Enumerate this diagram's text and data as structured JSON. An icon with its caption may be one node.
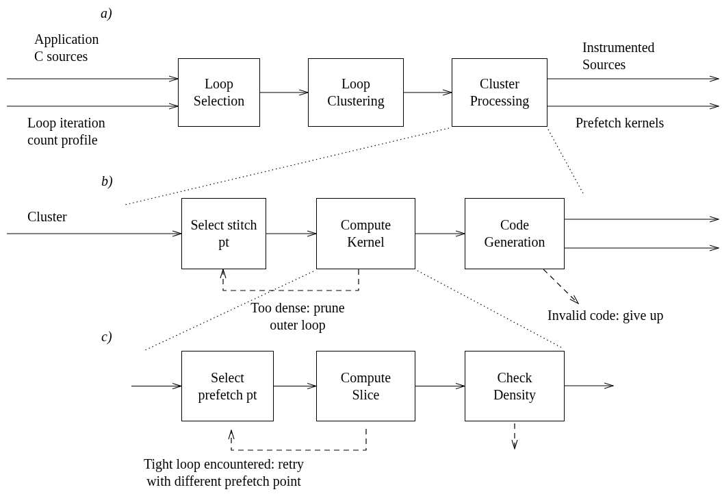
{
  "diagram": {
    "nodes": [
      {
        "text": [
          "Loop Selection"
        ]
      },
      {
        "text": [
          "Loop Clustering"
        ]
      },
      {
        "text": [
          "Cluster Processing"
        ]
      },
      {
        "text": [
          "Select stitch pt"
        ]
      },
      {
        "text": [
          "Compute Kernel"
        ]
      },
      {
        "text": [
          "Code Generation"
        ]
      },
      {
        "text": [
          "Select prefetch pt"
        ]
      },
      {
        "text": [
          "Compute Slice"
        ]
      },
      {
        "text": [
          "Check Density"
        ]
      }
    ],
    "edges": [
      {
        "from": null,
        "to": 0,
        "arrow": "to",
        "label": "Application C sources"
      },
      {
        "from": null,
        "to": 0,
        "arrow": "to",
        "label": "Loop iteration count profile"
      },
      {
        "from": 0,
        "to": 1,
        "arrow": "to"
      },
      {
        "from": 1,
        "to": 2,
        "arrow": "to"
      },
      {
        "from": 2,
        "to": null,
        "arrow": "to",
        "label": "Instrumented Sources"
      },
      {
        "from": 2,
        "to": null,
        "arrow": "to",
        "label": "Prefetch kernels"
      },
      {
        "from": null,
        "to": 3,
        "arrow": "to",
        "label": "Cluster"
      },
      {
        "from": 3,
        "to": 4,
        "arrow": "to"
      },
      {
        "from": 4,
        "to": 5,
        "arrow": "to"
      },
      {
        "from": 5,
        "to": null,
        "arrow": "to"
      },
      {
        "from": 5,
        "to": null,
        "arrow": "to"
      },
      {
        "from": 4,
        "to": 3,
        "arrow": "to",
        "style": "dashed",
        "label": "Too dense: prune outer loop"
      },
      {
        "from": 5,
        "to": null,
        "arrow": "to",
        "style": "dashed",
        "label": "Invalid code: give up"
      },
      {
        "from": null,
        "to": 6,
        "arrow": "to"
      },
      {
        "from": 6,
        "to": 7,
        "arrow": "to"
      },
      {
        "from": 7,
        "to": 8,
        "arrow": "to"
      },
      {
        "from": 8,
        "to": null,
        "arrow": "to"
      },
      {
        "from": 7,
        "to": 6,
        "arrow": "to",
        "style": "dashed",
        "label": "Tight loop encountered: retry with different prefetch point"
      },
      {
        "from": 8,
        "to": null,
        "arrow": "to",
        "style": "dashed"
      }
    ],
    "labels": [
      "a)",
      "b)",
      "c)"
    ]
  }
}
